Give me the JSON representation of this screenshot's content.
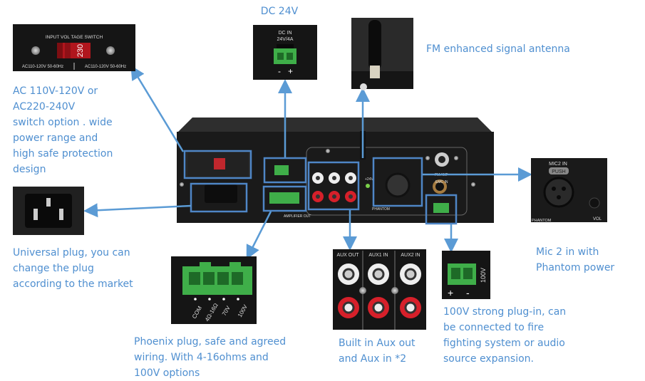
{
  "colors": {
    "callout": "#5b9bd5",
    "caption": "#4f8fd0",
    "panel": "#1c1c1c",
    "terminal": "#3fae49",
    "rca_red": "#d6202a"
  },
  "titles": {
    "dc": "DC 24V",
    "antenna": "FM enhanced signal antenna"
  },
  "captions": {
    "ac_switch": [
      "AC 110V-120V or",
      "AC220-240V",
      "switch option . wide",
      "power range and",
      "high safe protection",
      "design"
    ],
    "plug": [
      "Universal plug, you can",
      "change the plug",
      "according to the market"
    ],
    "phoenix": [
      "Phoenix plug, safe and agreed",
      "wiring. With 4-16ohms and",
      "100V options"
    ],
    "aux": [
      "Built in Aux out",
      "and Aux in *2"
    ],
    "line100v": [
      "100V strong plug-in, can",
      "be connected to fire",
      "fighting system or audio",
      "source expansion."
    ],
    "mic2": [
      "Mic 2 in with",
      "Phantom power"
    ]
  },
  "panel_labels": {
    "switch_title": "INPUT VOL TAGE SWITCH",
    "switch_value": "230",
    "switch_left": "AC110-120V 50-60Hz",
    "switch_right": "AC110-120V 50-60Hz",
    "dc_in": "DC  IN",
    "dc_rating": "24V/4A",
    "dc_minus": "-",
    "dc_plus": "+",
    "aux_out": "AUX OUT",
    "aux1_in": "AUX1 IN",
    "aux2_in": "AUX2 IN",
    "mic2_in": "MIC2 IN",
    "push": "PUSH",
    "phantom": "PHANTOM",
    "vol": "VOL",
    "fm_ant": "FM ANT",
    "emc_in": "EMC IN",
    "v24": "+24V",
    "amp_out": "AMPLIFIER  OUT",
    "v100": "100V",
    "plus": "+",
    "minus": "-",
    "phoenix_terms": [
      "COM",
      "4Ω-16Ω",
      "70V",
      "100V"
    ]
  }
}
